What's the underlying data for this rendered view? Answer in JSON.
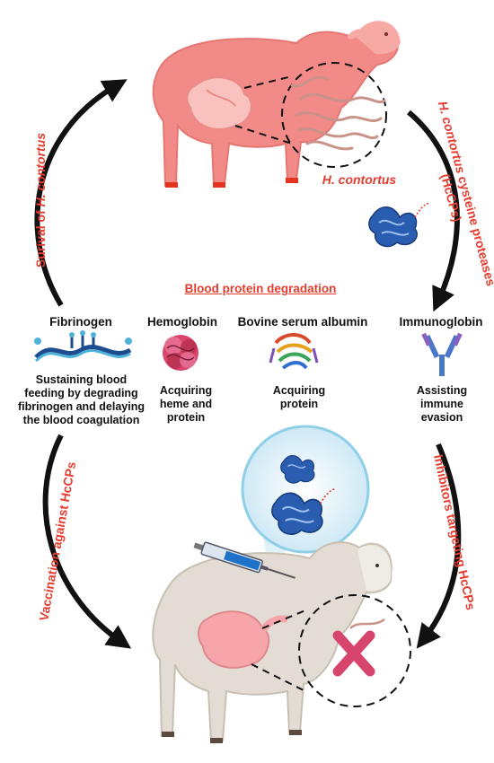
{
  "title": "Blood protein degradation",
  "parasite_label": "H. contortus",
  "left_top_arrow": {
    "prefix": "Surival of ",
    "italic": "H. contortus"
  },
  "right_top_arrow": {
    "line1_italic": "H. contortus",
    "line1_rest": " cysteine proteases",
    "line2": "(HcCPs)"
  },
  "left_bottom_arrow": "Vaccination against HcCPs",
  "right_bottom_arrow": "Inhibitors targeting HcCPs",
  "proteins": [
    {
      "name": "Fibrinogen",
      "function": "Sustaining blood feeding by degrading fibrinogen and delaying the blood coagulation",
      "icon": "fibrinogen-icon"
    },
    {
      "name": "Hemoglobin",
      "function": "Acquiring heme and protein",
      "icon": "hemoglobin-icon"
    },
    {
      "name": "Bovine serum albumin",
      "function": "Acquiring protein",
      "icon": "albumin-icon"
    },
    {
      "name": "Immunoglobin",
      "function": "Assisting immune evasion",
      "icon": "antibody-icon"
    }
  ],
  "colors": {
    "accent_red": "#e43c2f",
    "arrow": "#111111",
    "infected_sheep": "#f28b88",
    "healthy_sheep": "#e2dcd4",
    "protease": "#1f4fa8"
  }
}
